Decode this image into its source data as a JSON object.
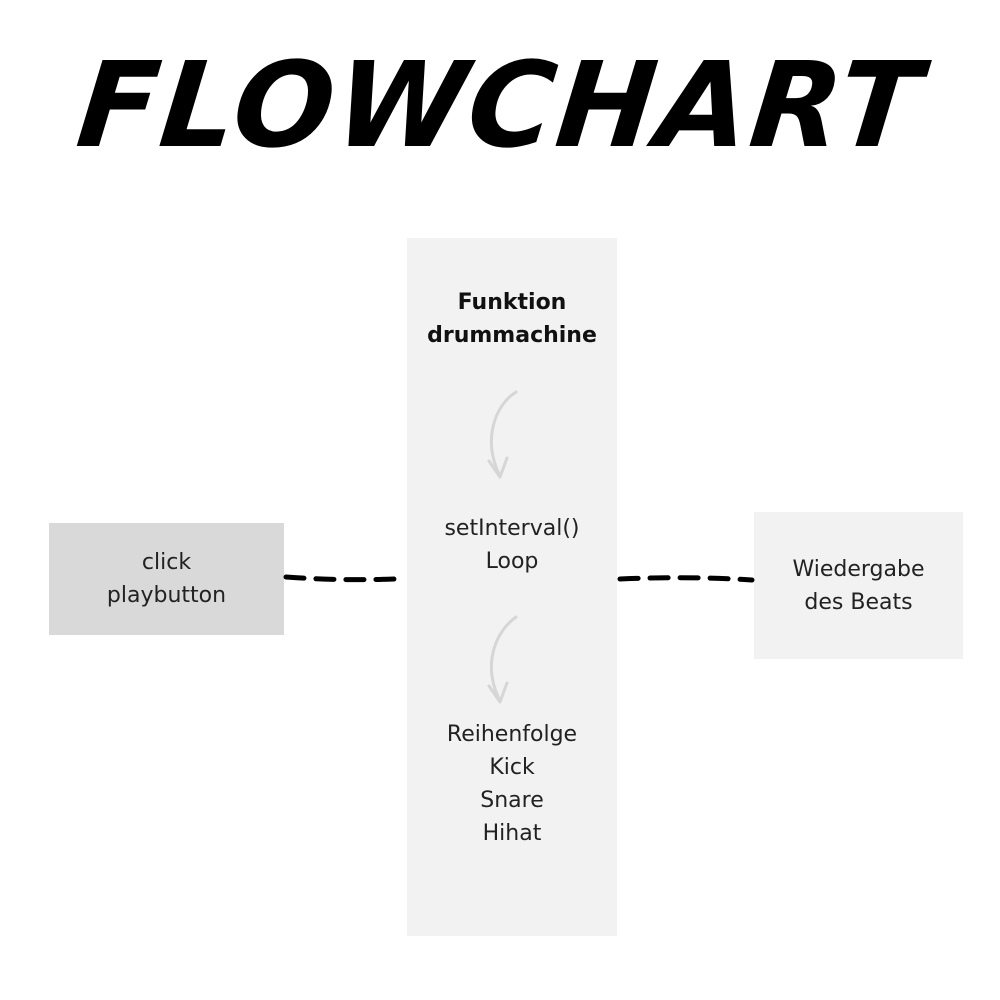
{
  "title": "FLOWCHART",
  "colors": {
    "left_node_fill": "#d9d9d9",
    "center_column_fill": "#f2f2f2",
    "right_node_fill": "#f2f2f2",
    "connector": "#000000",
    "arrow": "#d6d6d6"
  },
  "nodes": {
    "left": {
      "lines": [
        "click",
        "playbutton"
      ]
    },
    "center": {
      "title_lines": [
        "Funktion",
        "drummachine"
      ],
      "loop_lines": [
        "setInterval()",
        "Loop"
      ],
      "order_lines": [
        "Reihenfolge",
        "Kick",
        "Snare",
        "Hihat"
      ]
    },
    "right": {
      "lines": [
        "Wiedergabe",
        "des Beats"
      ]
    }
  },
  "edges": [
    {
      "from": "left",
      "to": "center",
      "style": "dashed"
    },
    {
      "from": "center",
      "to": "right",
      "style": "dashed"
    },
    {
      "from": "center.title",
      "to": "center.loop",
      "style": "curved-arrow"
    },
    {
      "from": "center.loop",
      "to": "center.order",
      "style": "curved-arrow"
    }
  ]
}
